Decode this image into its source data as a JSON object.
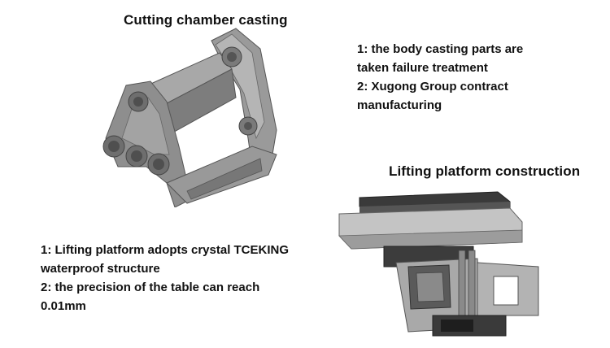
{
  "cutting": {
    "title": "Cutting chamber casting",
    "notes": [
      "1: the body casting parts are",
      "taken failure treatment",
      "2: Xugong Group contract",
      "manufacturing"
    ]
  },
  "lifting": {
    "title": "Lifting platform construction",
    "notes": [
      "1: Lifting platform adopts crystal TCEKING",
      "waterproof structure",
      "2: the precision of the table can reach",
      "0.01mm"
    ]
  },
  "colors": {
    "casting_dark": "#5f5f5f",
    "casting_mid": "#8a8a8a",
    "casting_light": "#b9b9b9",
    "platform_dark": "#3a3a3a",
    "platform_light": "#c8c8c8"
  }
}
